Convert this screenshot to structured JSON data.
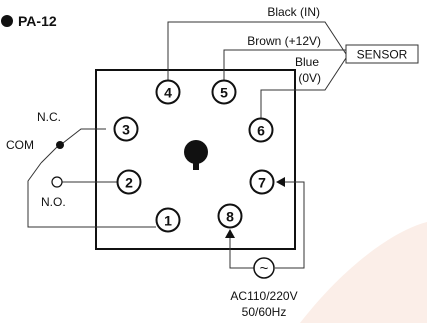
{
  "model": "PA-12",
  "pins": [
    "1",
    "2",
    "3",
    "4",
    "5",
    "6",
    "7",
    "8"
  ],
  "wires": {
    "black": "Black (IN)",
    "brown": "Brown (+12V)",
    "blue_line1": "Blue",
    "blue_line2": "(0V)"
  },
  "sensor_label": "SENSOR",
  "contacts": {
    "nc": "N.C.",
    "com": "COM",
    "no": "N.O."
  },
  "power": {
    "symbol": "~",
    "line1": "AC110/220V",
    "line2": "50/60Hz"
  },
  "colors": {
    "line": "#333333",
    "accent_bg": "#fbeee8"
  }
}
